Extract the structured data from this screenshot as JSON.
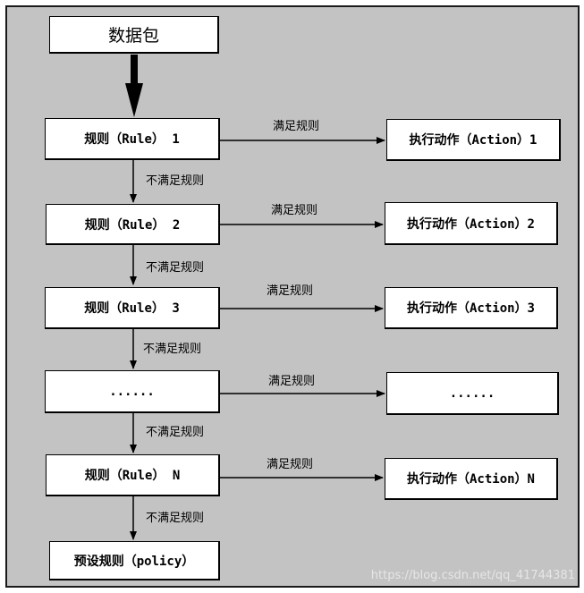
{
  "diagram": {
    "packet": "数据包",
    "rules": [
      {
        "rule": "规则（Rule） 1",
        "match_label": "满足规则",
        "action": "执行动作（Action）1",
        "nomatch_label": "不满足规则"
      },
      {
        "rule": "规则（Rule） 2",
        "match_label": "满足规则",
        "action": "执行动作（Action）2",
        "nomatch_label": "不满足规则"
      },
      {
        "rule": "规则（Rule） 3",
        "match_label": "满足规则",
        "action": "执行动作（Action）3",
        "nomatch_label": "不满足规则"
      },
      {
        "rule": "......",
        "match_label": "满足规则",
        "action": "......",
        "nomatch_label": "不满足规则"
      },
      {
        "rule": "规则（Rule） N",
        "match_label": "满足规则",
        "action": "执行动作（Action）N",
        "nomatch_label": "不满足规则"
      }
    ],
    "policy": "预设规则（policy）"
  },
  "watermark": "https://blog.csdn.net/qq_41744381"
}
